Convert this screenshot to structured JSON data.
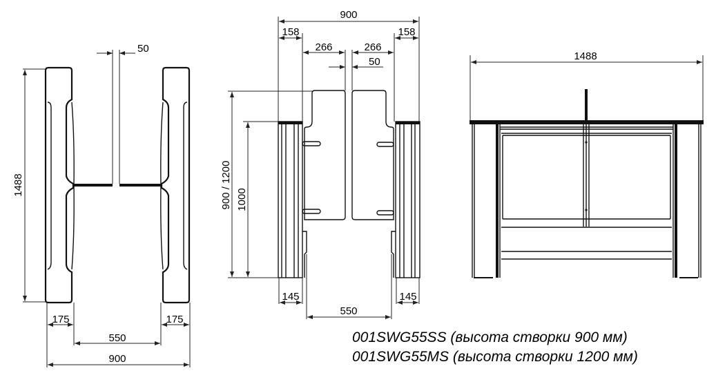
{
  "top_view": {
    "gap": "50",
    "length": "1488",
    "pedestal_left_width": "175",
    "pedestal_right_width": "175",
    "passage": "550",
    "overall_width": "900"
  },
  "front_view": {
    "overall_width": "900",
    "left_offset": "158",
    "right_offset": "158",
    "leaf_left": "266",
    "leaf_right": "266",
    "gap": "50",
    "leaf_height": "900 / 1200",
    "cabinet_height": "1000",
    "post_left_width": "145",
    "post_right_width": "145",
    "passage": "550"
  },
  "side_view": {
    "length": "1488"
  },
  "caption": {
    "line1": "001SWG55SS (высота створки 900 мм)",
    "line2": "001SWG55MS (высота створки 1200 мм)"
  }
}
